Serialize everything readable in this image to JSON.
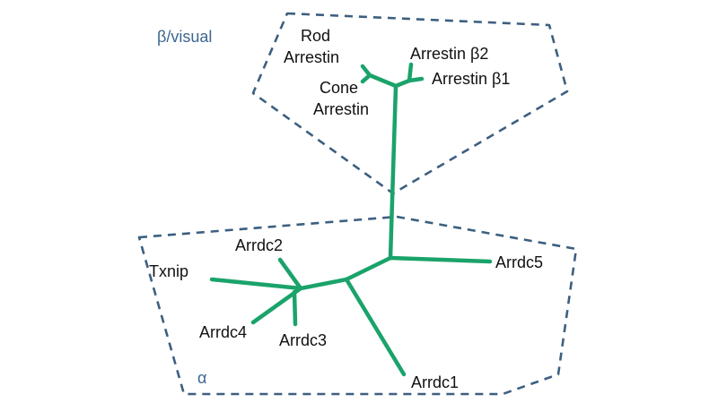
{
  "colors": {
    "branch": "#1aa36a",
    "region_outline": "#3d5f80",
    "group_label": "#3d6690",
    "leaf_label": "#111111"
  },
  "groups": {
    "beta_visual": "β/visual",
    "alpha": "α"
  },
  "leaves": {
    "rod_arrestin_line1": "Rod",
    "rod_arrestin_line2": "Arrestin",
    "cone_arrestin_line1": "Cone",
    "cone_arrestin_line2": "Arrestin",
    "arrestin_b2": "Arrestin β2",
    "arrestin_b1": "Arrestin β1",
    "arrdc2": "Arrdc2",
    "txnip": "Txnip",
    "arrdc4": "Arrdc4",
    "arrdc3": "Arrdc3",
    "arrdc5": "Arrdc5",
    "arrdc1": "Arrdc1"
  }
}
